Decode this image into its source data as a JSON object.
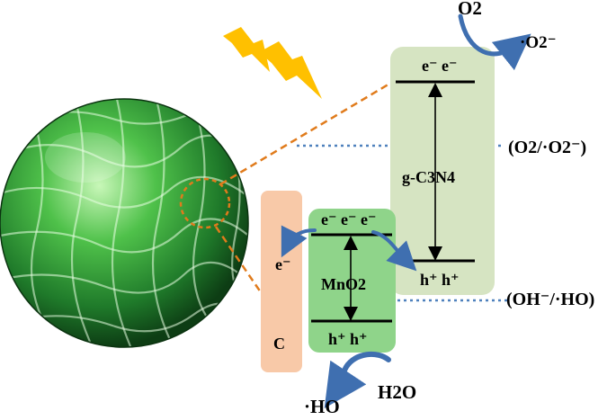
{
  "electron_labels": {
    "gcn_top": "e⁻  e⁻",
    "mno2_top": "e⁻  e⁻  e⁻",
    "carbon": "e⁻"
  },
  "hole_labels": {
    "gcn_bottom": "h⁺ h⁺",
    "mno2_bottom": "h⁺ h⁺"
  },
  "materials": {
    "gcn": "g-C3N4",
    "mno2": "MnO2",
    "carbon": "C"
  },
  "species": {
    "o2": "O2",
    "superoxide": "·O2⁻",
    "h2o": "H2O",
    "hydroxyl_radical": "·HO"
  },
  "potentials": {
    "o2_couple": "(O2/·O2⁻)",
    "oh_couple": "(OH⁻/·HO)"
  },
  "colors": {
    "gcn_box": "#d6e4c2",
    "mno2_box": "#8fd48a",
    "carbon_box": "#f8c9a8",
    "leader_line": "#e07b1c",
    "potential_line": "#4f81bd",
    "curved_arrow": "#3f6fb0",
    "lightning": "#ffc000",
    "sphere": "#2e9a3a"
  },
  "icons": {
    "light": "lightning-icon",
    "particle": "mesh-sphere-icon"
  }
}
